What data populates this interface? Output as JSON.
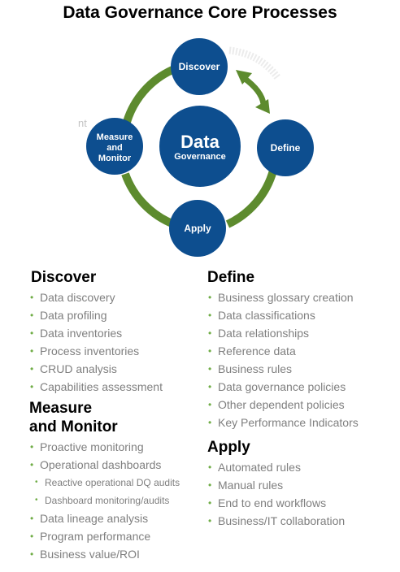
{
  "title": "Data Governance Core Processes",
  "colors": {
    "node_fill": "#0d4e8f",
    "ring_green": "#5d8b2e",
    "bullet_green": "#70ad47",
    "item_gray": "#7f7f7f"
  },
  "diagram": {
    "center": {
      "line1": "Data",
      "line2": "Governance"
    },
    "nodes": {
      "discover": "Discover",
      "define": "Define",
      "apply": "Apply",
      "measure_line1": "Measure",
      "measure_line2": "and",
      "measure_line3": "Monitor"
    },
    "ghost_text": "nt"
  },
  "sections": {
    "discover": {
      "heading": "Discover",
      "items": [
        "Data discovery",
        "Data profiling",
        "Data inventories",
        "Process inventories",
        "CRUD analysis",
        "Capabilities assessment"
      ]
    },
    "measure": {
      "heading_line1": "Measure",
      "heading_line2": "and Monitor",
      "items": [
        {
          "text": "Proactive monitoring",
          "level": 1
        },
        {
          "text": "Operational dashboards",
          "level": 1
        },
        {
          "text": "Reactive operational DQ audits",
          "level": 2
        },
        {
          "text": "Dashboard monitoring/audits",
          "level": 2
        },
        {
          "text": "Data lineage analysis",
          "level": 1
        },
        {
          "text": "Program performance",
          "level": 1
        },
        {
          "text": "Business value/ROI",
          "level": 1
        }
      ]
    },
    "define": {
      "heading": "Define",
      "items": [
        "Business glossary creation",
        "Data classifications",
        "Data relationships",
        "Reference data",
        "Business rules",
        "Data governance policies",
        "Other dependent policies",
        "Key Performance Indicators"
      ]
    },
    "apply": {
      "heading": "Apply",
      "items": [
        "Automated rules",
        "Manual rules",
        "End to end workflows",
        "Business/IT collaboration"
      ]
    }
  }
}
